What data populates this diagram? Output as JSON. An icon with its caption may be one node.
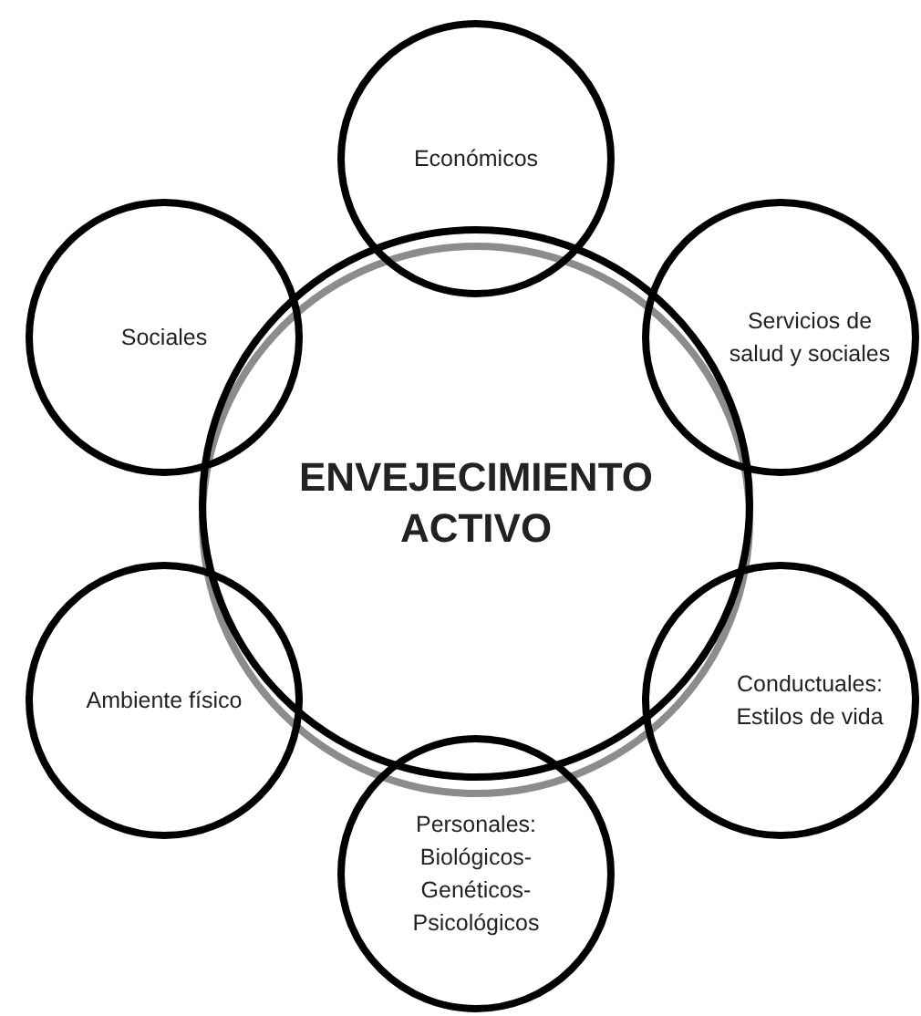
{
  "diagram": {
    "nodes": [
      {
        "text": [
          "Económicos"
        ]
      },
      {
        "text": [
          "Sociales"
        ]
      },
      {
        "text": [
          "Servicios de salud y sociales"
        ]
      },
      {
        "text": [
          "ENVEJECIMIENTO ACTIVO"
        ]
      },
      {
        "text": [
          "Ambiente físico"
        ]
      },
      {
        "text": [
          "Conductuales: Estilos de vida"
        ]
      },
      {
        "text": [
          "Personales: Biológicos- Genéticos- Psicológicos"
        ]
      }
    ],
    "edges": []
  }
}
